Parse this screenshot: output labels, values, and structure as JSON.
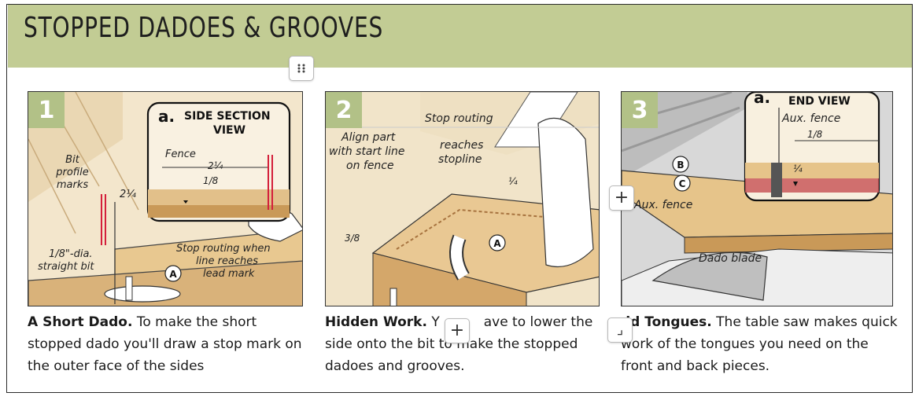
{
  "title": "STOPPED DADOES & GROOVES",
  "panels": [
    {
      "number": "1",
      "inset_letter": "a.",
      "inset_title_1": "SIDE SECTION",
      "inset_title_2": "VIEW",
      "labels": {
        "fence": "Fence",
        "dim_2_1_4": "2¼",
        "dim_1_8": "1/8",
        "bit_profile_1": "Bit",
        "bit_profile_2": "profile",
        "bit_profile_3": "marks",
        "side_dim": "2¼",
        "bit_1": "1/8\"-dia.",
        "bit_2": "straight bit",
        "stop_1": "Stop routing when",
        "stop_2": "line reaches",
        "stop_3": "lead mark",
        "part": "A"
      },
      "caption_title": "A Short Dado.",
      "caption_body": " To make the short stopped dado you'll draw a stop mark on the outer face of the sides"
    },
    {
      "number": "2",
      "labels": {
        "align_1": "Align part",
        "align_2": "with start line",
        "align_3": "on fence",
        "stop_1": "Stop routing",
        "stop_2": "reaches",
        "stop_3": "stopline",
        "quarter": "¼",
        "three_eighths": "3/8",
        "part": "A"
      },
      "caption_title": "Hidden Work.",
      "caption_body_a": " Y",
      "caption_body_b": "ave to lower the side onto the bit to make the stopped dadoes and grooves."
    },
    {
      "number": "3",
      "inset_letter": "a.",
      "inset_title": "END VIEW",
      "labels": {
        "aux_fence_inset": "Aux. fence",
        "dim_1_8": "1/8",
        "dim_1_4": "¼",
        "part_b": "B",
        "part_c": "C",
        "aux_fence": "Aux. fence",
        "dado_blade": "Dado blade"
      },
      "caption_title": "dd Tongues.",
      "caption_body": " The table saw makes quick work of the tongues you need on the front and back pieces."
    }
  ],
  "controls": {
    "plus_symbol": "+",
    "corner_symbol": "⌟"
  },
  "colors": {
    "header": "#c2cc94",
    "badge": "#b2c187",
    "wood": "#e6c89a",
    "wood_dark": "#b98a52"
  }
}
